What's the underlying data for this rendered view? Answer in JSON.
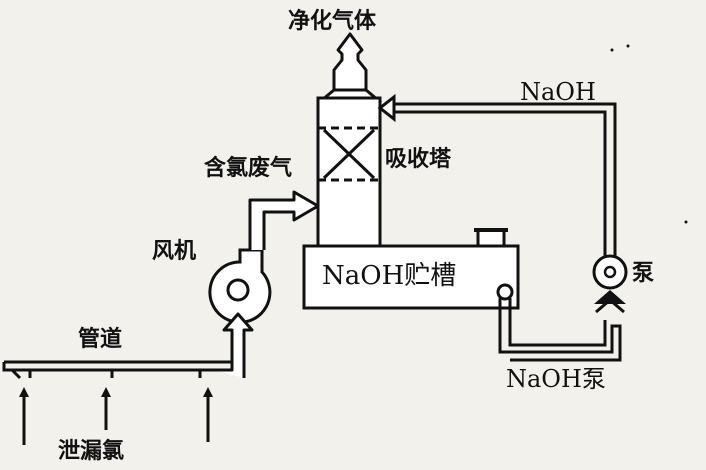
{
  "labels": {
    "purified_gas": "净化气体",
    "naoh_top": "NaOH",
    "absorption_tower": "吸收塔",
    "chlorine_waste_gas": "含氯废气",
    "fan": "风机",
    "storage_tank": "NaOH贮槽",
    "pump": "泵",
    "pipeline": "管道",
    "naoh_pump": "NaOH泵",
    "leaked_chlorine": "泄漏氯"
  },
  "colors": {
    "ink": "#111111",
    "paper": "#f3f1ec"
  }
}
